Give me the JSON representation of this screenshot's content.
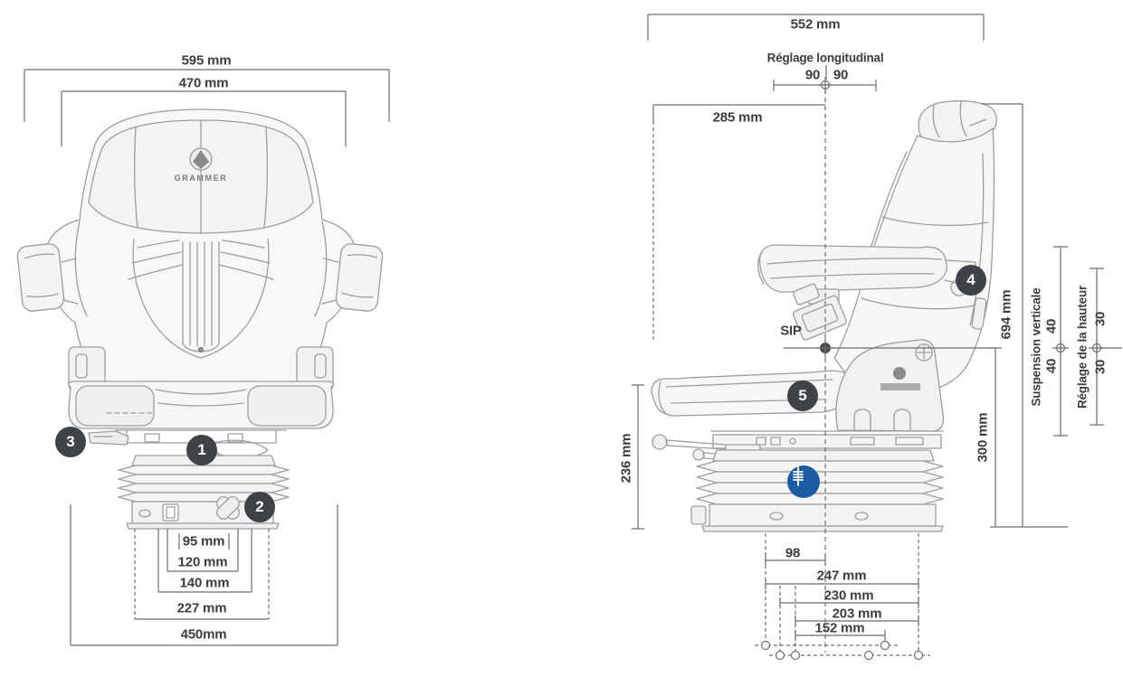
{
  "figures": {
    "front_view": {
      "logo": "GRAMMER",
      "dims": {
        "overall_width": "595 mm",
        "backrest_width": "470 mm",
        "slot_95": "95 mm",
        "slot_120": "120 mm",
        "slot_140": "140 mm",
        "base_227": "227 mm",
        "base_450": "450mm"
      },
      "badges": {
        "b1": "1",
        "b2": "2",
        "b3": "3"
      }
    },
    "side_view": {
      "dims": {
        "overall_depth": "552 mm",
        "longitudinal_label": "Réglage longitudinal",
        "longitudinal_rear": "90",
        "longitudinal_front": "90",
        "depth_285": "285 mm",
        "sip": "SIP",
        "height_236": "236 mm",
        "height_300": "300 mm",
        "height_694": "694 mm",
        "suspension_label": "Suspension verticale",
        "suspension_up": "40",
        "suspension_down": "40",
        "height_adjust_label": "Réglage de la hauteur",
        "height_adjust_up": "30",
        "height_adjust_down": "30",
        "hole_98": "98",
        "hole_247": "247 mm",
        "hole_230": "230 mm",
        "hole_203": "203 mm",
        "hole_152": "152 mm"
      },
      "badges": {
        "b4": "4",
        "b5": "5"
      }
    }
  },
  "icons": {
    "suspension_damper_icon": "shock-absorber-coil",
    "sip_point_icon": "filled-crosshair-marker",
    "adjustment_range_icon": "crosshair-marker"
  },
  "colors": {
    "text": "#3d3d3b",
    "dimension_lines": "#6e6e6d",
    "sketch_lines": "#9d9d9d",
    "badge_background": "#3d4347",
    "badge_text": "#ffffff",
    "accent_blue": "#1c5ca3",
    "background": "#ffffff"
  }
}
